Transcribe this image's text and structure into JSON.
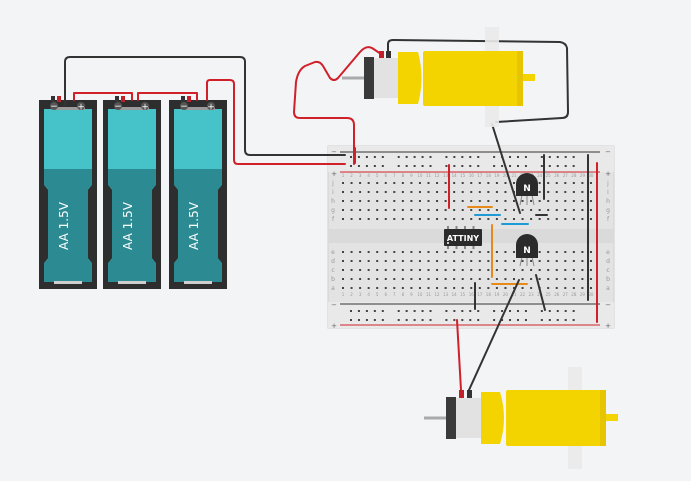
{
  "scene": {
    "title": "Circuit design workspace",
    "background": "#f2f4f6"
  },
  "batteries": [
    {
      "label": "AA 1.5V",
      "neg": "−",
      "pos": "+"
    },
    {
      "label": "AA 1.5V",
      "neg": "−",
      "pos": "+"
    },
    {
      "label": "AA 1.5V",
      "neg": "−",
      "pos": "+"
    }
  ],
  "breadboard": {
    "rows_top": [
      "j",
      "i",
      "h",
      "g",
      "f"
    ],
    "rows_bottom": [
      "e",
      "d",
      "c",
      "b",
      "a"
    ],
    "columns": 30,
    "rail_neg": "−",
    "rail_pos": "+"
  },
  "components": {
    "chip_label": "ATTINY",
    "transistor_top_label": "N",
    "transistor_bottom_label": "N"
  },
  "motors": [
    {
      "name": "motor-top"
    },
    {
      "name": "motor-bottom"
    }
  ],
  "colors": {
    "wire_red": "#d0212a",
    "wire_black": "#333333",
    "wire_orange": "#e88a1a",
    "wire_blue": "#1e9ad6",
    "battery_body": "#2e2e2e",
    "battery_cell_top": "#45c3c8",
    "battery_cell_bottom": "#2c8a93",
    "motor_yellow": "#f4d400",
    "breadboard": "#e5e5e5"
  }
}
